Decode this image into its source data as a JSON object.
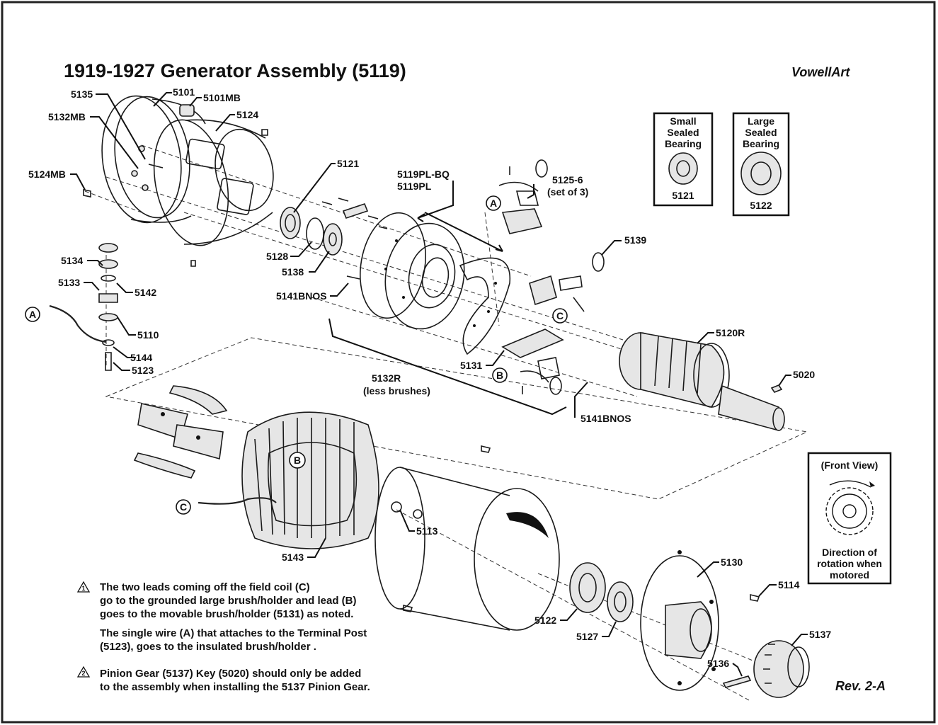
{
  "title": "1919-1927 Generator Assembly (5119)",
  "brand": "VowellArt",
  "revision": "Rev. 2-A",
  "bearing_boxes": [
    {
      "lines": [
        "Small",
        "Sealed",
        "Bearing"
      ],
      "part": "5121"
    },
    {
      "lines": [
        "Large",
        "Sealed",
        "Bearing"
      ],
      "part": "5122"
    }
  ],
  "front_view": {
    "heading": "(Front View)",
    "caption": [
      "Direction of",
      "rotation when",
      "motored"
    ]
  },
  "markers": {
    "a": "A",
    "b": "B",
    "c": "C"
  },
  "labels": {
    "p5135": "5135",
    "p5101": "5101",
    "p5101MB": "5101MB",
    "p5132MB": "5132MB",
    "p5124": "5124",
    "p5124MB": "5124MB",
    "p5121": "5121",
    "p5119PLBQ": "5119PL-BQ",
    "p5119PL": "5119PL",
    "p51256": "5125-6",
    "p51256sub": "(set of 3)",
    "p5139": "5139",
    "p5128": "5128",
    "p5138": "5138",
    "p5141BNOS_a": "5141BNOS",
    "p5134": "5134",
    "p5133": "5133",
    "p5142": "5142",
    "p5110": "5110",
    "p5144": "5144",
    "p5123": "5123",
    "p5131": "5131",
    "p5132R": "5132R",
    "p5132Rsub": "(less brushes)",
    "p5141BNOS_b": "5141BNOS",
    "p5120R": "5120R",
    "p5020": "5020",
    "p5113": "5113",
    "p5143": "5143",
    "p5130": "5130",
    "p5114": "5114",
    "p5122": "5122",
    "p5127": "5127",
    "p5137": "5137",
    "p5136": "5136"
  },
  "notes": {
    "n1_marker": "1",
    "n1_lines": [
      "The two leads coming off the field coil (C)",
      "go to the grounded large brush/holder and lead (B)",
      "goes to the movable brush/holder (5131) as noted."
    ],
    "n1b_lines": [
      "The single wire (A) that attaches to the Terminal Post",
      "(5123), goes to the insulated brush/holder ."
    ],
    "n2_marker": "2",
    "n2_lines": [
      "Pinion Gear (5137) Key (5020) should only be added",
      "to the assembly when installing the 5137 Pinion Gear."
    ]
  }
}
